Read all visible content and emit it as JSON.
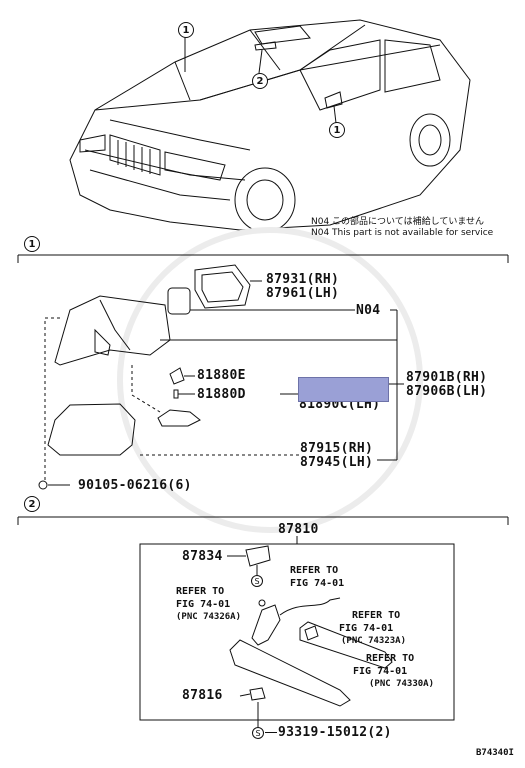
{
  "callouts": {
    "one": "1",
    "two": "2"
  },
  "note": {
    "jp": "N04 この部品については補給していません",
    "en": "N04 This part is not available for service"
  },
  "section1": {
    "p1a": "87931(RH)",
    "p1b": "87961(LH)",
    "n04": "N04",
    "p2": "81880E",
    "p3": "81880D",
    "p4": "81890C(LH)",
    "p5a": "87901B(RH)",
    "p5b": "87906B(LH)",
    "p6a": "87915(RH)",
    "p6b": "87945(LH)",
    "p7": "90105-06216(6)"
  },
  "section2": {
    "main": "87810",
    "p1": "87834",
    "ref1a": "REFER TO",
    "ref1b": "FIG 74-01",
    "ref2a": "REFER TO",
    "ref2b": "FIG 74-01",
    "ref2c": "(PNC 74326A)",
    "ref3a": "REFER TO",
    "ref3b": "FIG 74-01",
    "ref3c": "(PNC 74323A)",
    "ref4a": "REFER TO",
    "ref4b": "FIG 74-01",
    "ref4c": "(PNC 74330A)",
    "p2": "87816",
    "p3": "93319-15012(2)",
    "s": "S"
  },
  "figure_id": "B74340I",
  "colors": {
    "highlight": "#9aa0d6",
    "ink": "#111111"
  }
}
